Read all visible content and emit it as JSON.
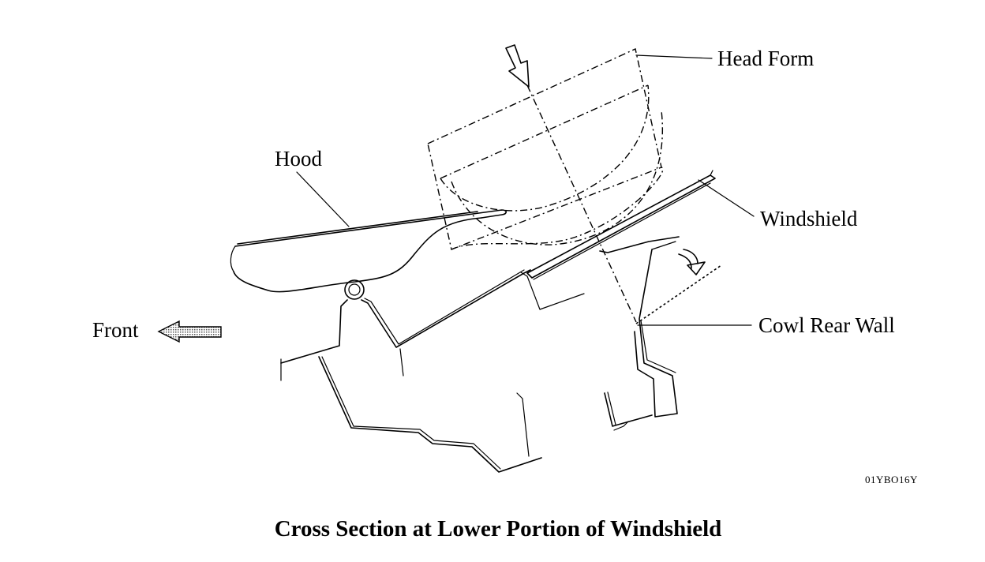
{
  "labels": {
    "head_form": "Head Form",
    "hood": "Hood",
    "windshield": "Windshield",
    "front": "Front",
    "cowl_rear_wall": "Cowl Rear Wall"
  },
  "figure_code": "01YBO16Y",
  "caption": "Cross Section at Lower Portion of Windshield",
  "icons": {
    "impact_arrow": "down-arrow-icon",
    "rotation_arrow": "curved-arrow-icon",
    "front_arrow": "left-arrow-icon"
  },
  "colors": {
    "line": "#000000",
    "front_arrow_fill": "#9a9a9a"
  }
}
